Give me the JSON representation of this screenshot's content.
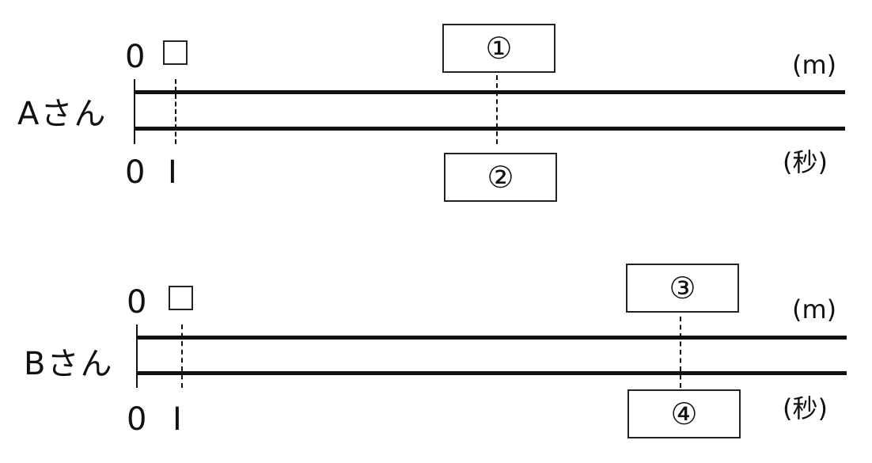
{
  "rows": [
    {
      "name": "Aさん",
      "top_zero": "0",
      "bottom_zero": "0",
      "bottom_one": "I",
      "unit_top": "(m)",
      "unit_bottom": "(秒)",
      "box_top": "①",
      "box_bottom": "②"
    },
    {
      "name": "Bさん",
      "top_zero": "0",
      "bottom_zero": "0",
      "bottom_one": "I",
      "unit_top": "(m)",
      "unit_bottom": "(秒)",
      "box_top": "③",
      "box_bottom": "④"
    }
  ]
}
